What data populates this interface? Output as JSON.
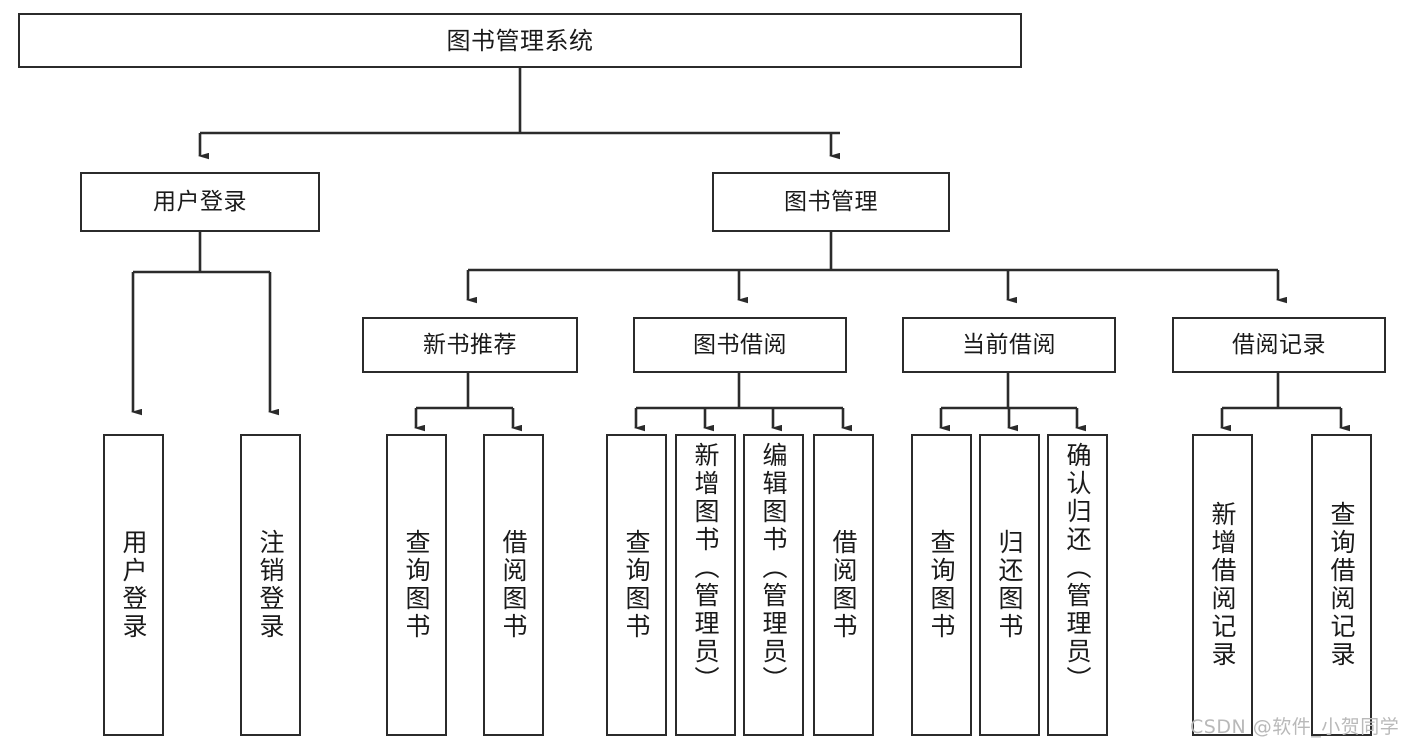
{
  "diagram": {
    "title": "图书管理系统",
    "watermark": "CSDN @软件_小贺同学",
    "colors": {
      "border": "#2b2b2b",
      "background": "#ffffff",
      "text": "#1a1a1a",
      "connector": "#2b2b2b",
      "watermark": "#b9b9b9"
    },
    "nodes": {
      "root": "图书管理系统",
      "level1": {
        "user_login": "用户登录",
        "book_manage": "图书管理"
      },
      "level2": {
        "new_book_recommend": "新书推荐",
        "book_borrow": "图书借阅",
        "current_borrow": "当前借阅",
        "borrow_record": "借阅记录"
      },
      "leaves": {
        "user_login_1": "用户登录",
        "user_login_2": "注销登录",
        "recommend_1": "查询图书",
        "recommend_2": "借阅图书",
        "borrow_1": "查询图书",
        "borrow_2": "新增图书（管理员）",
        "borrow_3": "编辑图书（管理员）",
        "borrow_4": "借阅图书",
        "current_1": "查询图书",
        "current_2": "归还图书",
        "current_3": "确认归还（管理员）",
        "record_1": "新增借阅记录",
        "record_2": "查询借阅记录"
      }
    }
  }
}
